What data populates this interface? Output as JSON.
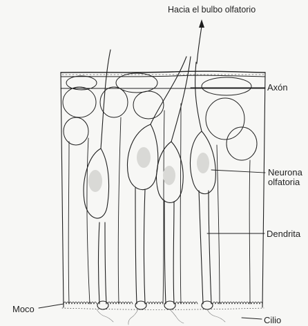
{
  "labels": {
    "top": "Hacia el bulbo olfatorio",
    "axon": "Axón",
    "neuron_line1": "Neurona",
    "neuron_line2": "olfatoria",
    "dendrite": "Dendrita",
    "mucus": "Moco",
    "cilium": "Cilio"
  },
  "colors": {
    "ink": "#1e1e1e",
    "background": "#f7f7f5",
    "cell_shade": "#d9d9d6"
  }
}
